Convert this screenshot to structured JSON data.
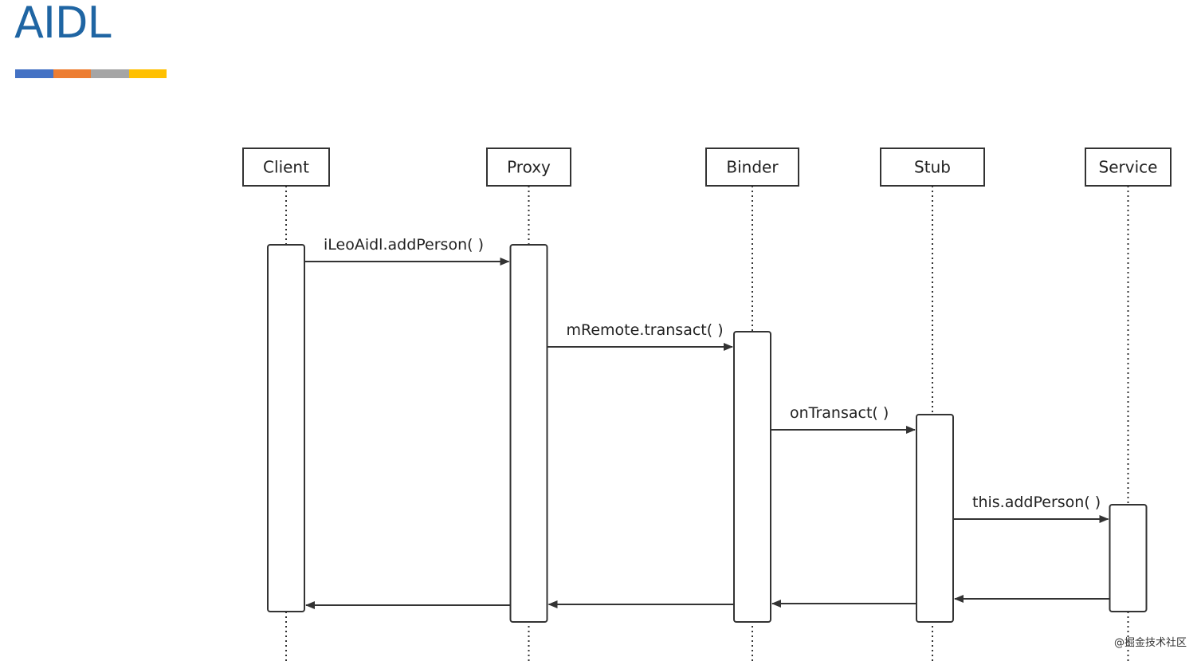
{
  "slide": {
    "title": "AIDL",
    "title_color": "#1f65a3",
    "accent_colors": [
      "#4472c4",
      "#ed7d31",
      "#a5a5a5",
      "#ffc000"
    ]
  },
  "diagram": {
    "type": "sequence",
    "participants": [
      "Client",
      "Proxy",
      "Binder",
      "Stub",
      "Service"
    ],
    "messages": [
      {
        "from": "Client",
        "to": "Proxy",
        "label": "iLeoAidl.addPerson( )",
        "kind": "call"
      },
      {
        "from": "Proxy",
        "to": "Binder",
        "label": "mRemote.transact( )",
        "kind": "call"
      },
      {
        "from": "Binder",
        "to": "Stub",
        "label": "onTransact( )",
        "kind": "call"
      },
      {
        "from": "Stub",
        "to": "Service",
        "label": "this.addPerson( )",
        "kind": "call"
      },
      {
        "from": "Service",
        "to": "Stub",
        "label": "",
        "kind": "return"
      },
      {
        "from": "Stub",
        "to": "Binder",
        "label": "",
        "kind": "return"
      },
      {
        "from": "Binder",
        "to": "Proxy",
        "label": "",
        "kind": "return"
      },
      {
        "from": "Proxy",
        "to": "Client",
        "label": "",
        "kind": "return"
      }
    ],
    "line_color": "#333333"
  },
  "watermark": "@掘金技术社区"
}
